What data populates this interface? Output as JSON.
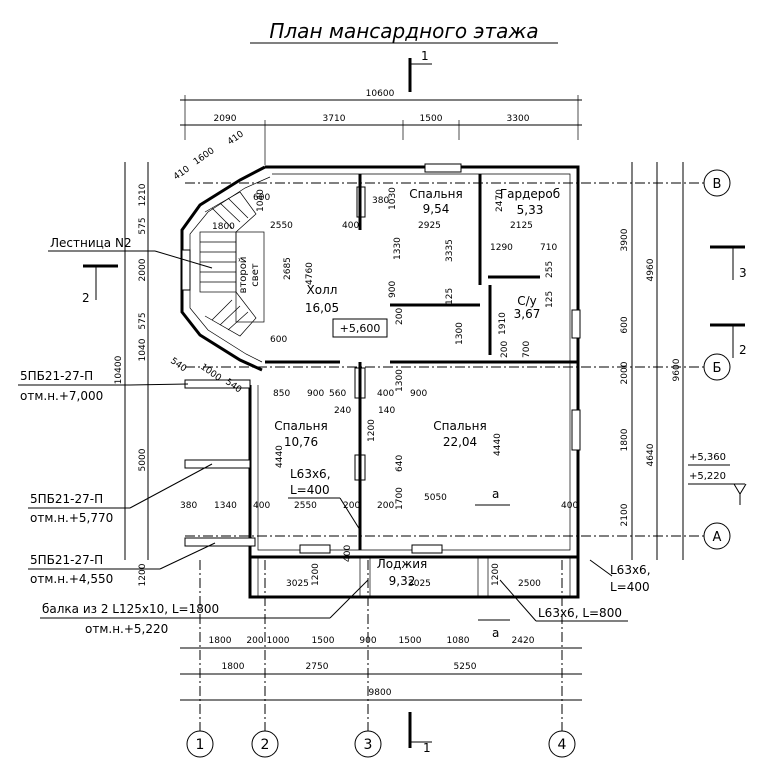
{
  "title": "План мансардного этажа",
  "axes": {
    "cols": [
      "1",
      "2",
      "3",
      "4"
    ],
    "rows": [
      "В",
      "Б",
      "А"
    ]
  },
  "sections": {
    "s1": "1",
    "s2": "2",
    "s3": "3"
  },
  "dims": {
    "top_overall": "10600",
    "top_chain": [
      "2090",
      "3710",
      "1500",
      "3300"
    ],
    "bottom_chain1": [
      "1800",
      "200",
      "1000",
      "1500",
      "900",
      "1500",
      "1080",
      "2420"
    ],
    "bottom_chain2": [
      "1800",
      "2750",
      "5250"
    ],
    "bottom_overall": "9800",
    "left_chain": [
      "1210",
      "575",
      "2000",
      "575",
      "1040",
      "5000",
      "1200"
    ],
    "left_overall": "10400",
    "right_chain": [
      "3900",
      "600",
      "2000",
      "1800",
      "2100"
    ],
    "right_chain2": [
      "4960",
      "4640"
    ],
    "right_overall": "9600",
    "inner": [
      "410",
      "1600",
      "410",
      "1800",
      "2550",
      "400",
      "2925",
      "2125",
      "1040",
      "4760",
      "2685",
      "1330",
      "3335",
      "1290",
      "710",
      "380",
      "1030",
      "2470",
      "900",
      "1300",
      "200",
      "1910",
      "700",
      "200",
      "125",
      "255",
      "125",
      "850",
      "900",
      "560",
      "400",
      "900",
      "240",
      "140",
      "1300",
      "1200",
      "640",
      "4440",
      "4440",
      "1700",
      "200",
      "2550",
      "200",
      "5050",
      "400",
      "380",
      "1340",
      "400",
      "3025",
      "1200",
      "3025",
      "1200",
      "2500",
      "540",
      "1000",
      "540",
      "600",
      "600",
      "400"
    ]
  },
  "rooms": [
    {
      "name": "Спальня",
      "area": "9,54"
    },
    {
      "name": "Гардероб",
      "area": "5,33"
    },
    {
      "name": "Холл",
      "area": "16,05"
    },
    {
      "name": "С/у",
      "area": "3,67"
    },
    {
      "name": "Спальня",
      "area": "10,76"
    },
    {
      "name": "Спальня",
      "area": "22,04"
    },
    {
      "name": "Лоджия",
      "area": "9,32"
    }
  ],
  "stair_label": "Лестница N2",
  "second_light": [
    "второй",
    "свет"
  ],
  "level_plan": "+5,600",
  "level_mark": [
    "+5,360",
    "+5,220"
  ],
  "notes": {
    "beam1": "5ПБ21-27-П",
    "elev1": "отм.н.+7,000",
    "beam2": "5ПБ21-27-П",
    "elev2": "отм.н.+5,770",
    "beam3": "5ПБ21-27-П",
    "elev3": "отм.н.+4,550",
    "beam4": "балка из 2 L125x10, L=1800",
    "elev4": "отм.н.+5,220",
    "angle1a": "L63x6,",
    "angle1b": "L=400",
    "angle2a": "L63x6,",
    "angle2b": "L=400",
    "angle3": "L63x6, L=800",
    "cut_a": "а"
  }
}
